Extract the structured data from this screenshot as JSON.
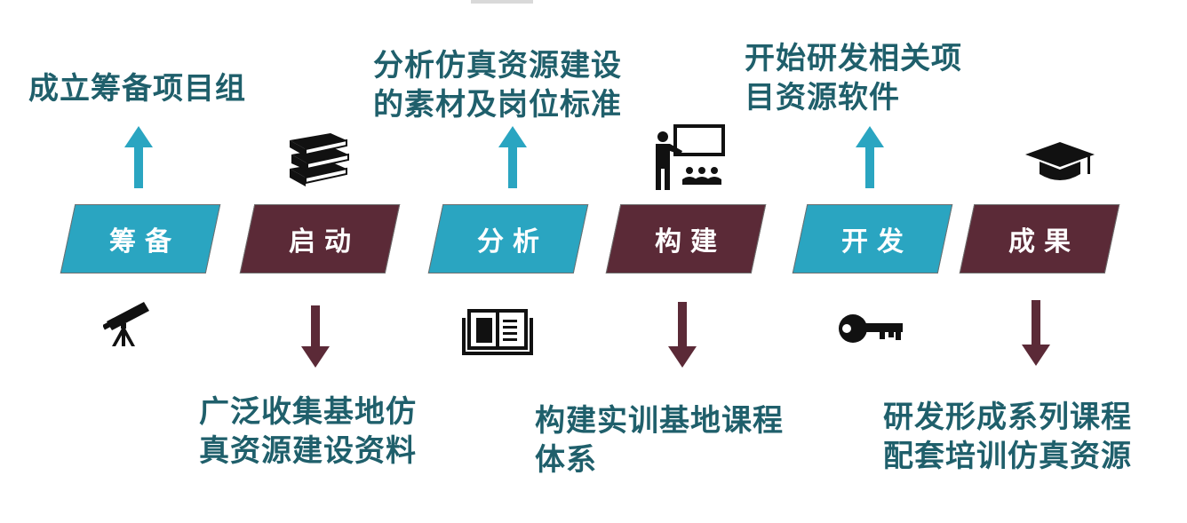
{
  "steps": [
    {
      "label": "筹备",
      "color": "#2aa5c1"
    },
    {
      "label": "启动",
      "color": "#5b2a37"
    },
    {
      "label": "分析",
      "color": "#2aa5c1"
    },
    {
      "label": "构建",
      "color": "#5b2a37"
    },
    {
      "label": "开发",
      "color": "#2aa5c1"
    },
    {
      "label": "成果",
      "color": "#5b2a37"
    }
  ],
  "notes": {
    "prepare": "成立筹备项目组",
    "start": "广泛收集基地仿\n真资源建设资料",
    "analyze": "分析仿真资源建设\n的素材及岗位标准",
    "build": "构建实训基地课程\n体系",
    "develop": "开始研发相关项\n目资源软件",
    "result": "研发形成系列课程\n配套培训仿真资源"
  },
  "colors": {
    "teal": "#2aa5c1",
    "maroon": "#5b2a37",
    "note_text": "#1f5f6b",
    "icon": "#111111"
  },
  "icons": [
    "telescope-icon",
    "books-icon",
    "open-book-icon",
    "teacher-classroom-icon",
    "key-icon",
    "graduation-cap-icon"
  ]
}
